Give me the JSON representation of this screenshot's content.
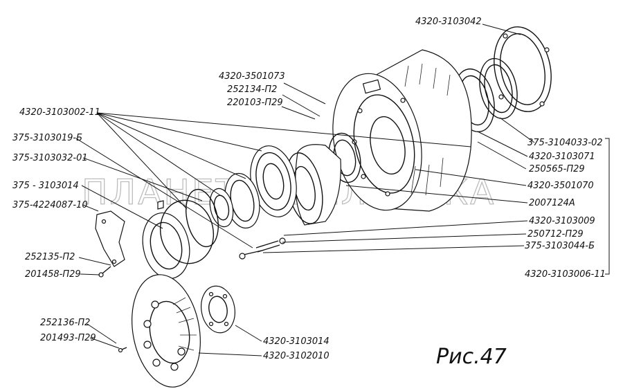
{
  "figure_caption": "Рис.47",
  "watermark": "ПЛАНЕТА ЖЕЛЕЗЯКА",
  "labels": {
    "p4320_3103042": "4320-3103042",
    "p4320_3501073": "4320-3501073",
    "p252134_p2": "252134-П2",
    "p220103_p29": "220103-П29",
    "p4320_3103002_11": "4320-3103002-11",
    "p375_3103019_b": "375-3103019-Б",
    "p375_3103032_01": "375-3103032-01",
    "p375_3103014": "375 - 3103014",
    "p375_4224087_10": "375-4224087-10",
    "p252135_p2": "252135-П2",
    "p201458_p29": "201458-П29",
    "p252136_p2": "252136-П2",
    "p201493_p29": "201493-П29",
    "p375_3104033_02": "375-3104033-02",
    "p4320_3103071": "4320-3103071",
    "p250565_p29": "250565-П29",
    "p4320_3501070": "4320-3501070",
    "p2007124a": "2007124А",
    "p4320_3103009": "4320-3103009",
    "p250712_p29": "250712-П29",
    "p375_3103044_b": "375-3103044-Б",
    "p4320_3103006_11": "4320-3103006-11",
    "p4320_3103014": "4320-3103014",
    "p4320_3102010": "4320-3102010"
  }
}
